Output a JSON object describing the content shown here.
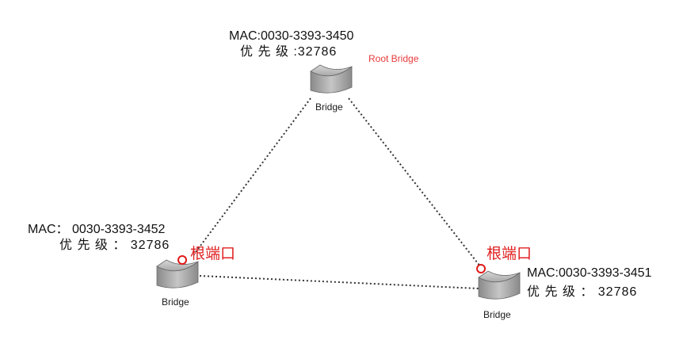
{
  "root_bridge": {
    "mac": "MAC:0030-3393-3450",
    "priority": "优 先 级 :32786",
    "root_tag": "Root Bridge",
    "label": "Bridge",
    "icon": "bridge-icon"
  },
  "left_bridge": {
    "mac": "MAC：  0030-3393-3452",
    "priority": "优 先 级 ：  32786",
    "label": "Bridge",
    "root_port": "根端口",
    "icon": "bridge-icon"
  },
  "right_bridge": {
    "mac": "MAC:0030-3393-3451",
    "priority": "优 先 级 ：  32786",
    "label": "Bridge",
    "root_port": "根端口",
    "icon": "bridge-icon"
  },
  "colors": {
    "root_port": "#e01818",
    "root_tag": "#e8393a",
    "link": "#333333",
    "bridge_body": "#9a9a9a"
  }
}
